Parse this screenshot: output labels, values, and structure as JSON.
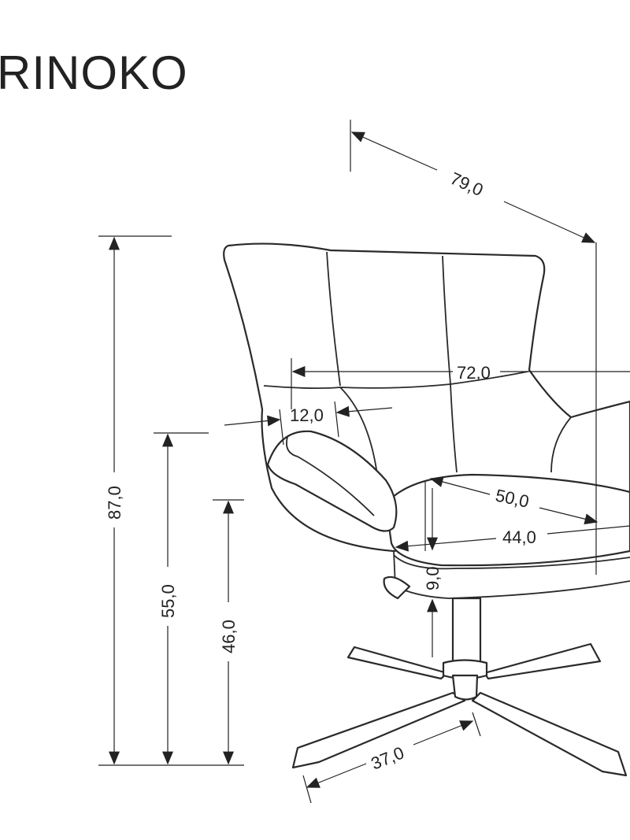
{
  "title": "RINOKO",
  "dimensions": {
    "width_diag": "79,0",
    "width": "72,0",
    "armrest": "12,0",
    "total_height": "87,0",
    "arm_height": "55,0",
    "seat_height": "46,0",
    "seat_depth_diag": "50,0",
    "seat_depth": "44,0",
    "seat_thickness": "9,0",
    "base_leg": "37,0"
  }
}
